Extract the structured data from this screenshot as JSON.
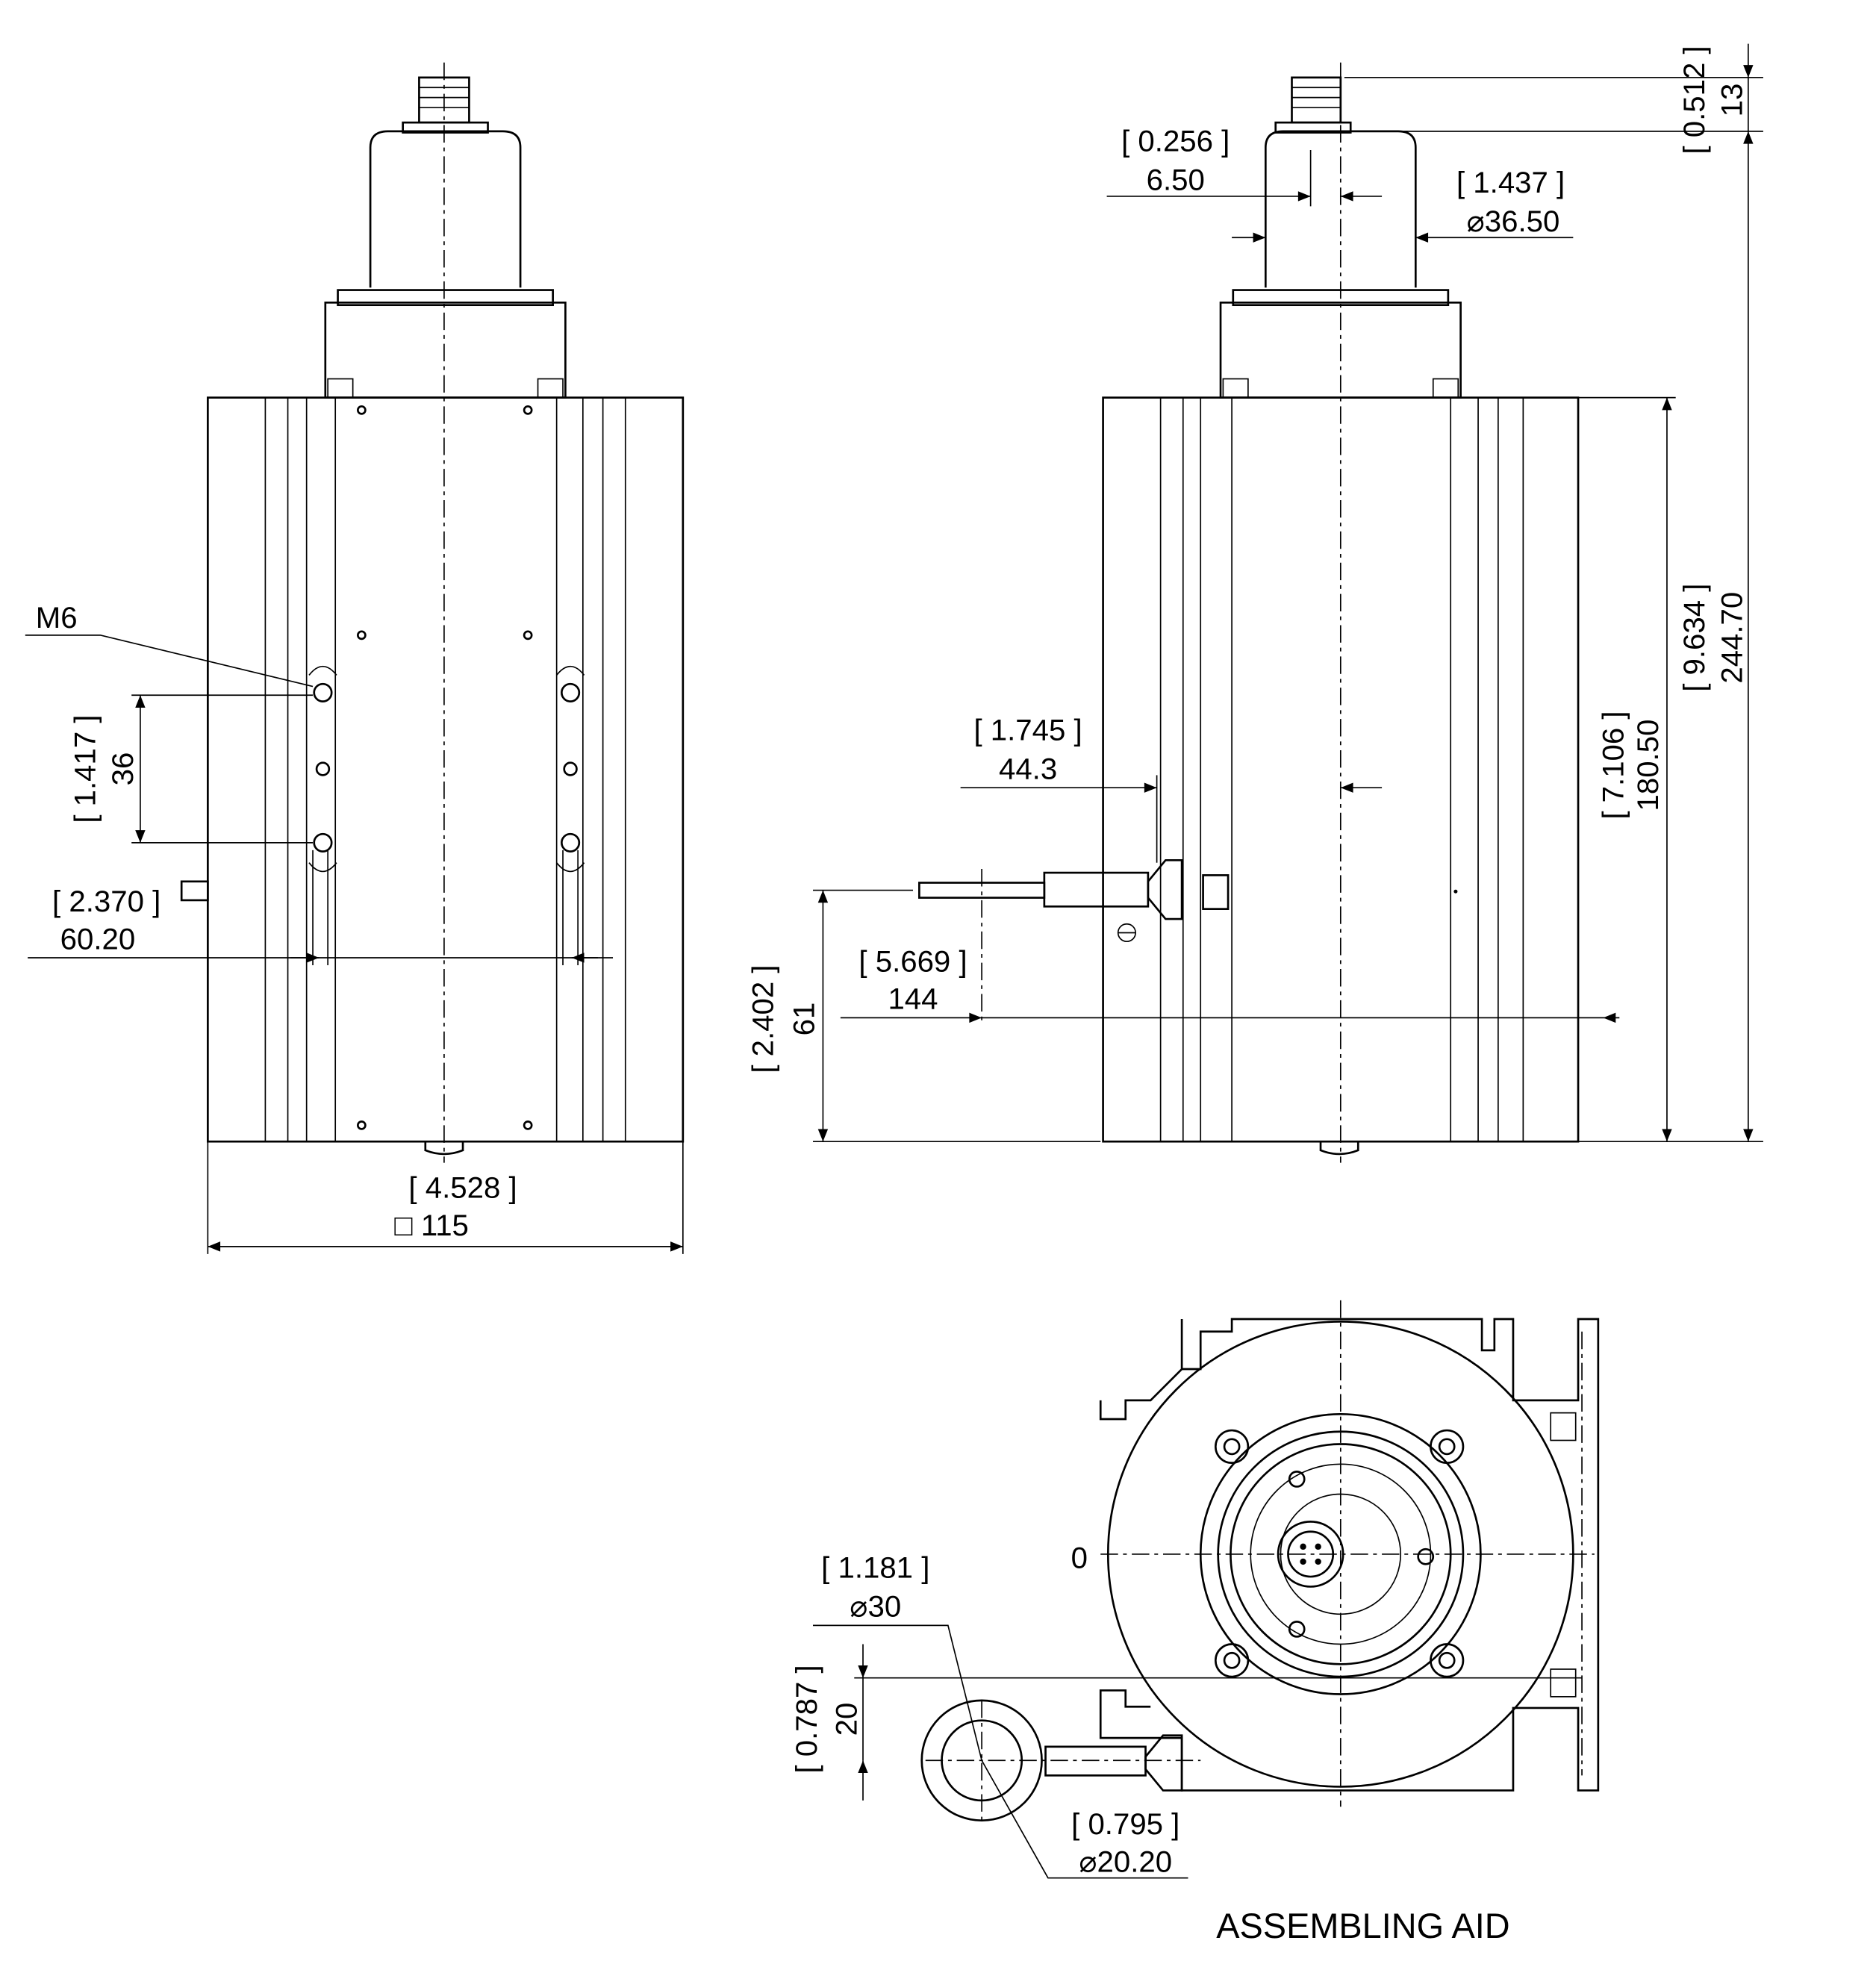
{
  "labels": {
    "thread": "M6",
    "slot_pitch_in": "[ 1.417 ]",
    "slot_pitch_mm": "36",
    "slot_spacing_in": "[ 2.370 ]",
    "slot_spacing_mm": "60.20",
    "width_in": "[ 4.528 ]",
    "width_mm": "□  115",
    "shaft_in": "[ 0.256 ]",
    "shaft_mm": "6.50",
    "cap_dia_in": "[ 1.437 ]",
    "cap_dia_mm": "⌀36.50",
    "connector_h_in": "[ 0.512 ]",
    "connector_h_mm": "13",
    "total_h_in": "[ 9.634 ]",
    "total_h_mm": "244.70",
    "body_h_in": "[ 7.106 ]",
    "body_h_mm": "180.50",
    "cable_offset_in": "[ 1.745 ]",
    "cable_offset_mm": "44.3",
    "cable_len_in": "[ 5.669 ]",
    "cable_len_mm": "144",
    "cable_h_in": "[ 2.402 ]",
    "cable_h_mm": "61",
    "ring_dia_in": "[ 1.181 ]",
    "ring_dia_mm": "⌀30",
    "ring_offset_in": "[ 0.787 ]",
    "ring_offset_mm": "20",
    "ring_inner_in": "[ 0.795 ]",
    "ring_inner_mm": "⌀20.20",
    "zero": "0",
    "assembling_aid": "ASSEMBLING AID"
  }
}
